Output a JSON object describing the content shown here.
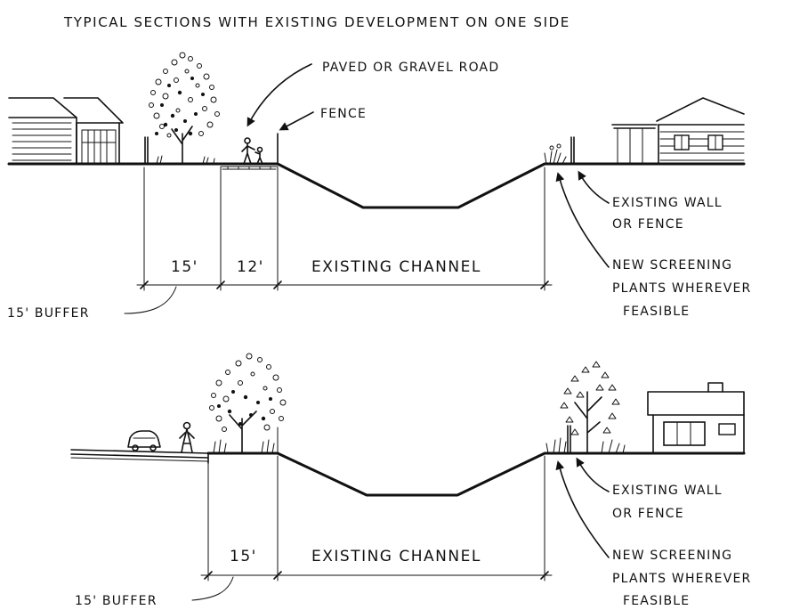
{
  "title": "TYPICAL SECTIONS WITH EXISTING DEVELOPMENT ON ONE SIDE",
  "section_top": {
    "labels": {
      "road": "PAVED OR GRAVEL ROAD",
      "fence": "FENCE",
      "wall_line1": "EXISTING WALL",
      "wall_line2": "OR FENCE",
      "plants_line1": "NEW SCREENING",
      "plants_line2": "PLANTS WHEREVER",
      "plants_line3": "FEASIBLE",
      "dim_buffer": "15'",
      "dim_road": "12'",
      "dim_channel": "EXISTING CHANNEL",
      "buffer": "15' BUFFER"
    }
  },
  "section_bottom": {
    "labels": {
      "wall_line1": "EXISTING WALL",
      "wall_line2": "OR FENCE",
      "plants_line1": "NEW SCREENING",
      "plants_line2": "PLANTS WHEREVER",
      "plants_line3": "FEASIBLE",
      "dim_buffer": "15'",
      "dim_channel": "EXISTING CHANNEL",
      "buffer": "15' BUFFER"
    }
  },
  "colors": {
    "ink": "#111111",
    "paper": "#ffffff"
  }
}
